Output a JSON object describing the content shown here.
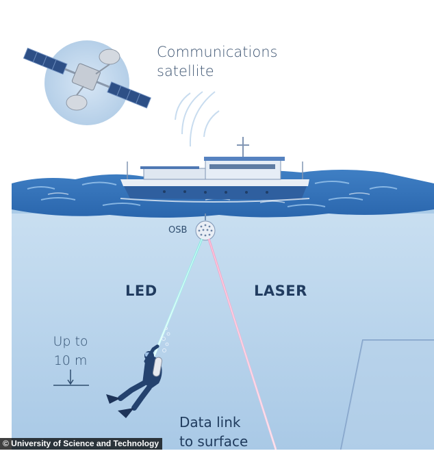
{
  "labels": {
    "satellite_line1": "Communications",
    "satellite_line2": "satellite",
    "osb": "OSB",
    "led": "LED",
    "laser": "LASER",
    "depth_line1": "Up to",
    "depth_line2": "10 m",
    "data_line1": "Data link",
    "data_line2": "to surface"
  },
  "credit": "© University of Science and Technology",
  "colors": {
    "water": "#bcd6ec",
    "led_beam": "#8ff0e6",
    "laser_beam": "#f5a6c8",
    "boat_hull": "#3a67a8",
    "text": "#213c60"
  }
}
